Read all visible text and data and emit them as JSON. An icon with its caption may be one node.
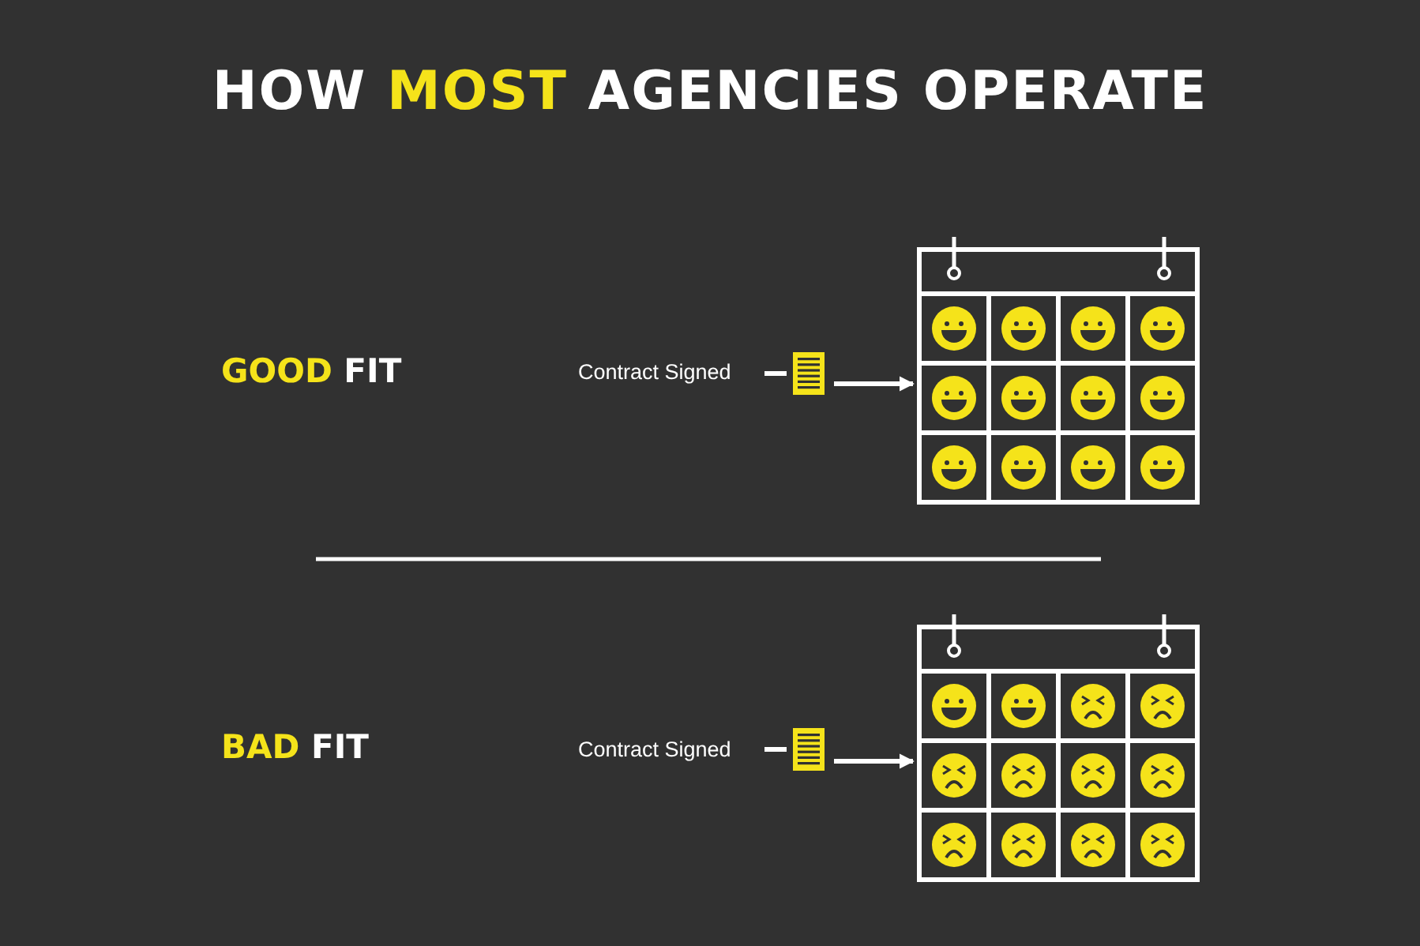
{
  "diagram": {
    "title": "HOW **MOST** AGENCIES OPERATE",
    "nodes": [
      {
        "text": [
          "Contract Signed"
        ]
      },
      {
        "text": [],
        "shape": "document"
      },
      {
        "text": [],
        "shape": "calendar"
      },
      {
        "text": [
          "Contract Signed"
        ]
      },
      {
        "text": [],
        "shape": "document"
      },
      {
        "text": [],
        "shape": "calendar"
      }
    ],
    "edges": [
      {
        "from": 0,
        "to": 1,
        "arrow": "none"
      },
      {
        "from": 1,
        "to": 2,
        "arrow": "to"
      },
      {
        "from": 3,
        "to": 4,
        "arrow": "none"
      },
      {
        "from": 4,
        "to": 5,
        "arrow": "to"
      }
    ],
    "labels": [
      "**GOOD** FIT",
      "**BAD** FIT"
    ]
  }
}
